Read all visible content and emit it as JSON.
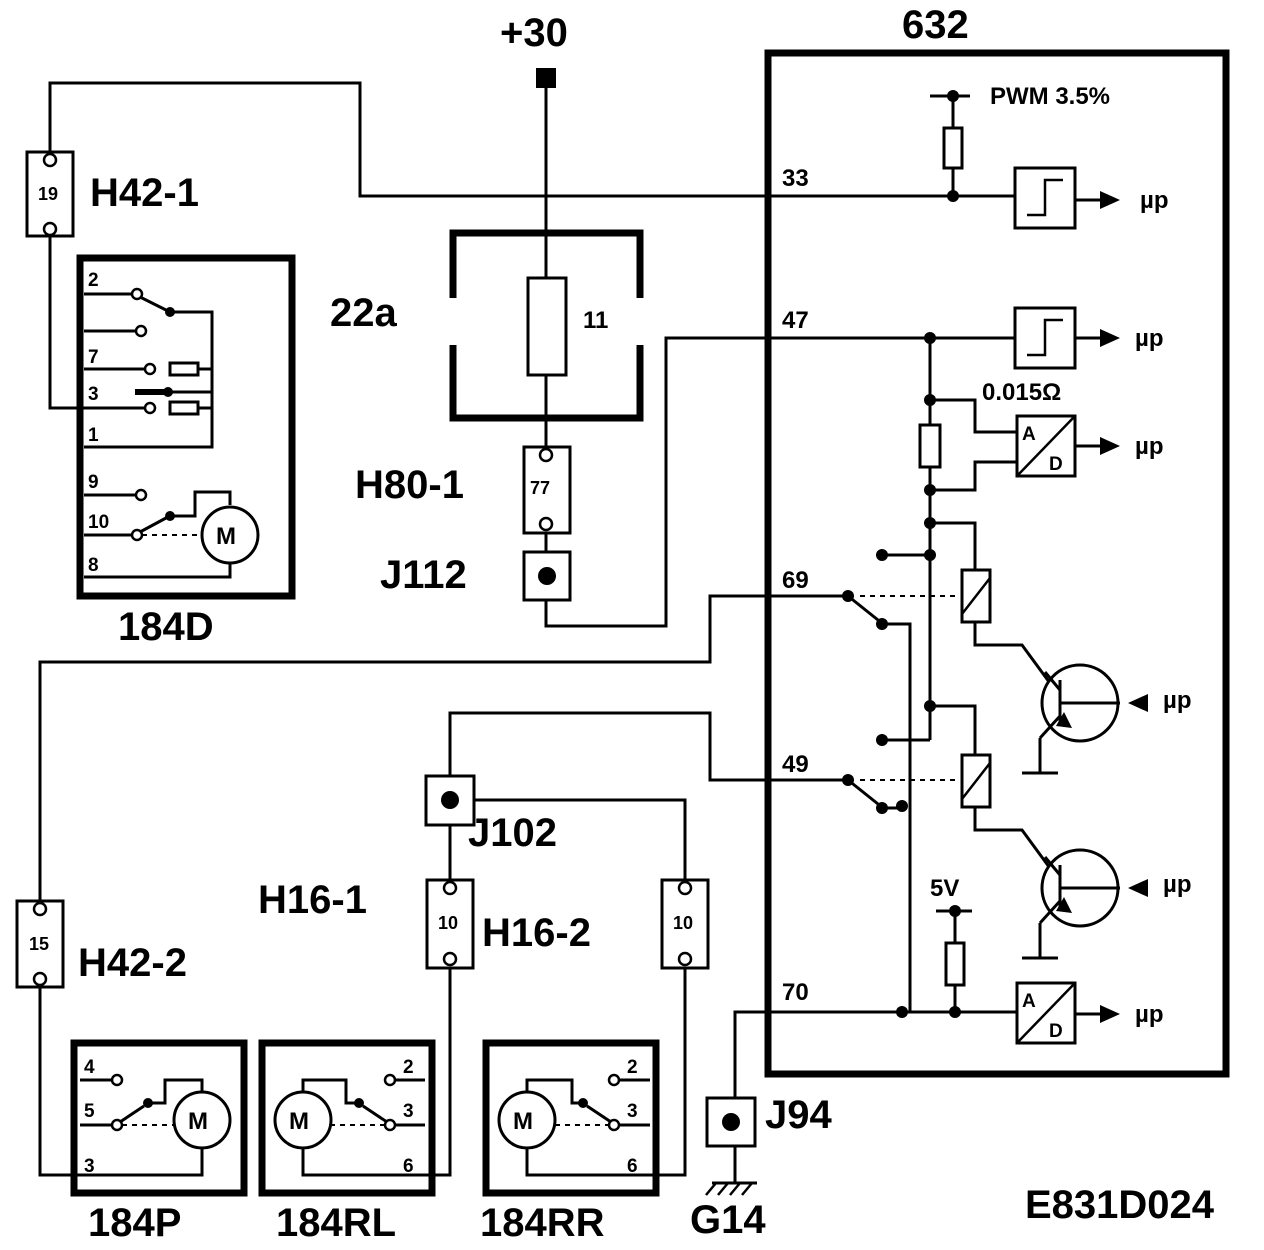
{
  "diagram": {
    "reference_code": "E831D024",
    "supply": {
      "label": "+30"
    },
    "modules": {
      "m632": {
        "label": "632",
        "pwm": "PWM 3.5%",
        "shunt": "0.015Ω",
        "vref": "5V",
        "up": "µp",
        "ad_a": "A",
        "ad_d": "D"
      },
      "m22a": {
        "label": "22a",
        "fuse": "11"
      }
    },
    "pins": {
      "p33": "33",
      "p47": "47",
      "p69": "69",
      "p49": "49",
      "p70": "70"
    },
    "connectors": {
      "h42_1": {
        "label": "H42-1",
        "pin": "19"
      },
      "h42_2": {
        "label": "H42-2",
        "pin": "15"
      },
      "h80_1": {
        "label": "H80-1",
        "pin": "77"
      },
      "h16_1": {
        "label": "H16-1",
        "pin": "10"
      },
      "h16_2": {
        "label": "H16-2",
        "pin": "10"
      }
    },
    "junctions": {
      "j112": "J112",
      "j102": "J102",
      "j94": "J94"
    },
    "ground": "G14",
    "components": {
      "c184d": {
        "label": "184D",
        "pins": [
          "2",
          "7",
          "3",
          "1",
          "9",
          "10",
          "8"
        ],
        "motor": "M"
      },
      "c184p": {
        "label": "184P",
        "pins": [
          "4",
          "5",
          "3"
        ],
        "motor": "M"
      },
      "c184rl": {
        "label": "184RL",
        "pins": [
          "2",
          "3",
          "6"
        ],
        "motor": "M"
      },
      "c184rr": {
        "label": "184RR",
        "pins": [
          "2",
          "3",
          "6"
        ],
        "motor": "M"
      }
    }
  }
}
